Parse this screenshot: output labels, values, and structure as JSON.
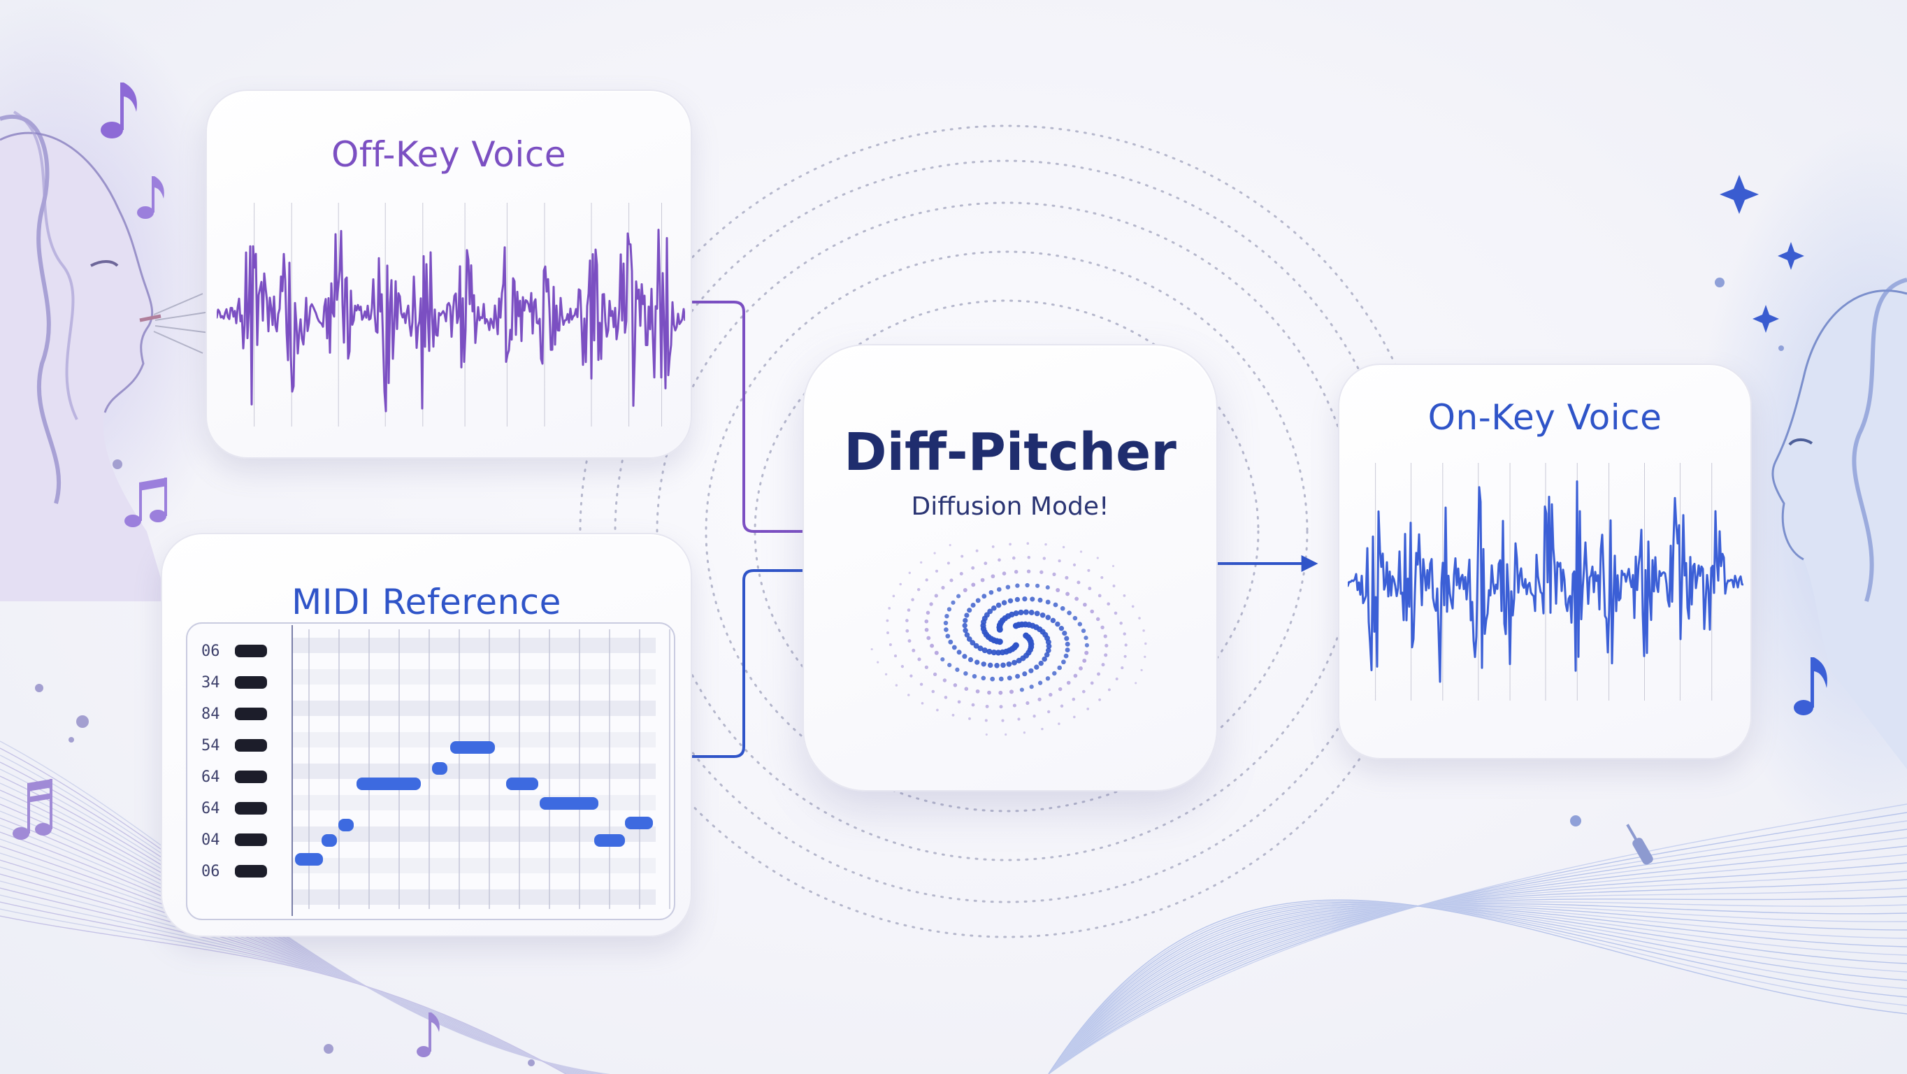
{
  "diagram": {
    "input_audio": {
      "title": "Off-Key Voice"
    },
    "input_midi": {
      "title": "MIDI Reference",
      "row_labels": [
        "06",
        "34",
        "84",
        "54",
        "64",
        "64",
        "04",
        "06"
      ]
    },
    "model": {
      "title": "Diff-Pitcher",
      "subtitle": "Diffusion Mode!"
    },
    "output_audio": {
      "title": "On-Key Voice"
    }
  },
  "colors": {
    "input_accent": "#7b4fc2",
    "midi_accent": "#2f54c8",
    "output_accent": "#3b5fd6",
    "title_dark": "#1f2d6e",
    "note_blue": "#3d6ae0"
  },
  "icons": [
    "music-note-icon",
    "beamed-notes-icon",
    "sparkle-icon",
    "singer-face-illustration"
  ]
}
